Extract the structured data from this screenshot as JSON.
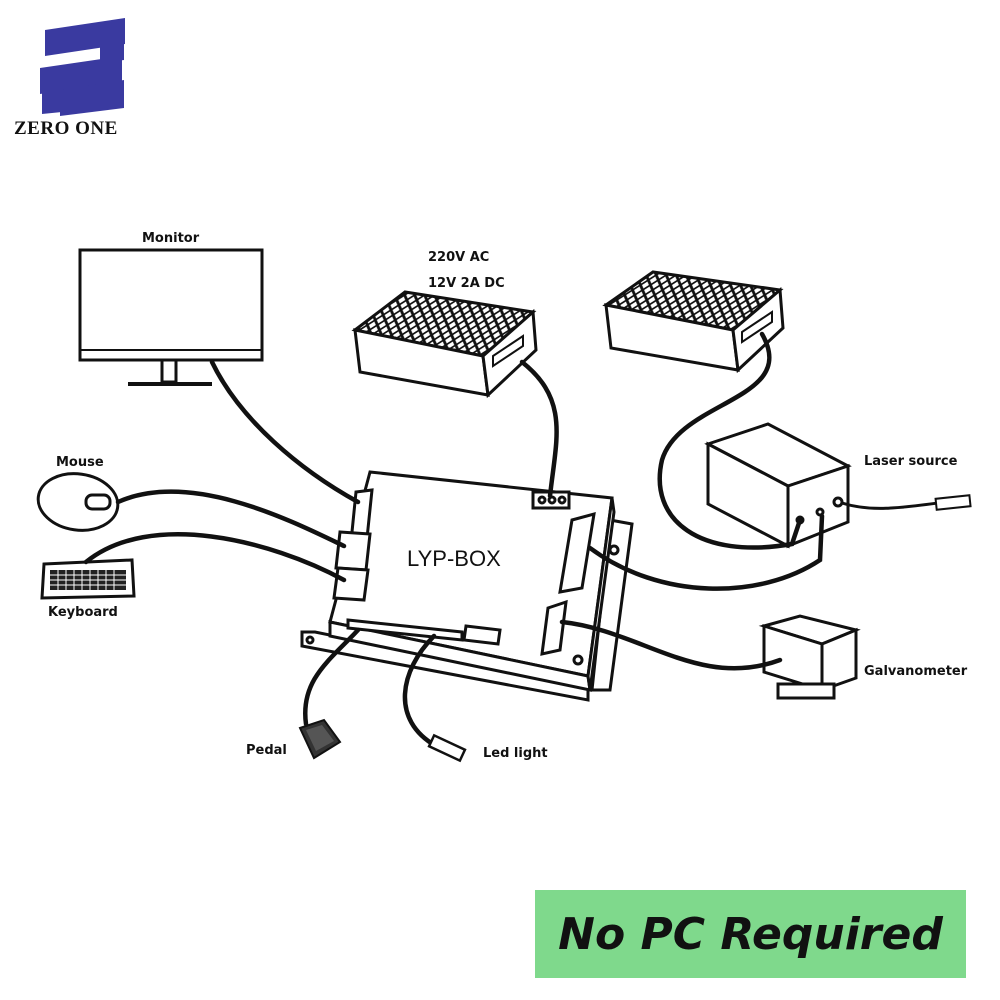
{
  "brand": {
    "name": "ZERO ONE",
    "logo_color": "#3a3aa0"
  },
  "labels": {
    "monitor": "Monitor",
    "power_line1": "220V AC",
    "power_line2": "12V 2A DC",
    "mouse": "Mouse",
    "keyboard": "Keyboard",
    "laser_source": "Laser source",
    "galvanometer": "Galvanometer",
    "pedal": "Pedal",
    "led_light": "Led light",
    "controller": "LYP-BOX"
  },
  "banner": {
    "text": "No PC Required",
    "color": "#7fd98c"
  }
}
